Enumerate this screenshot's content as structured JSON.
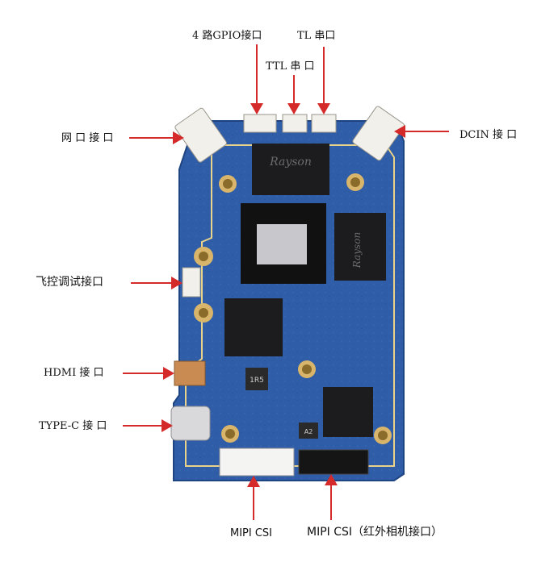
{
  "labels": {
    "gpio4": "4 路GPIO接口",
    "ttl_serial_top": "TL  串口",
    "ttl_serial_mid": "TTL 串  口",
    "ethernet": "网 口 接 口",
    "dcin": "DCIN  接  口",
    "flight_debug": "飞控调试接口",
    "hdmi": "HDMI 接  口",
    "typec": "TYPE-C  接  口",
    "mipi_csi_left": "MIPI CSI",
    "mipi_csi_right": "MIPI CSI（红外相机接口）"
  },
  "chip_marks": {
    "soc_top_logo": "Rayson",
    "ram_right_logo": "Rayson",
    "inductor": "1R5",
    "cap_mark": "A2"
  },
  "colors": {
    "arrow": "#d42a2a",
    "pcb": "#2f5da8",
    "pcb_dark": "#1f4482",
    "silk": "#e9d28a",
    "chip": "#1c1c1e"
  }
}
